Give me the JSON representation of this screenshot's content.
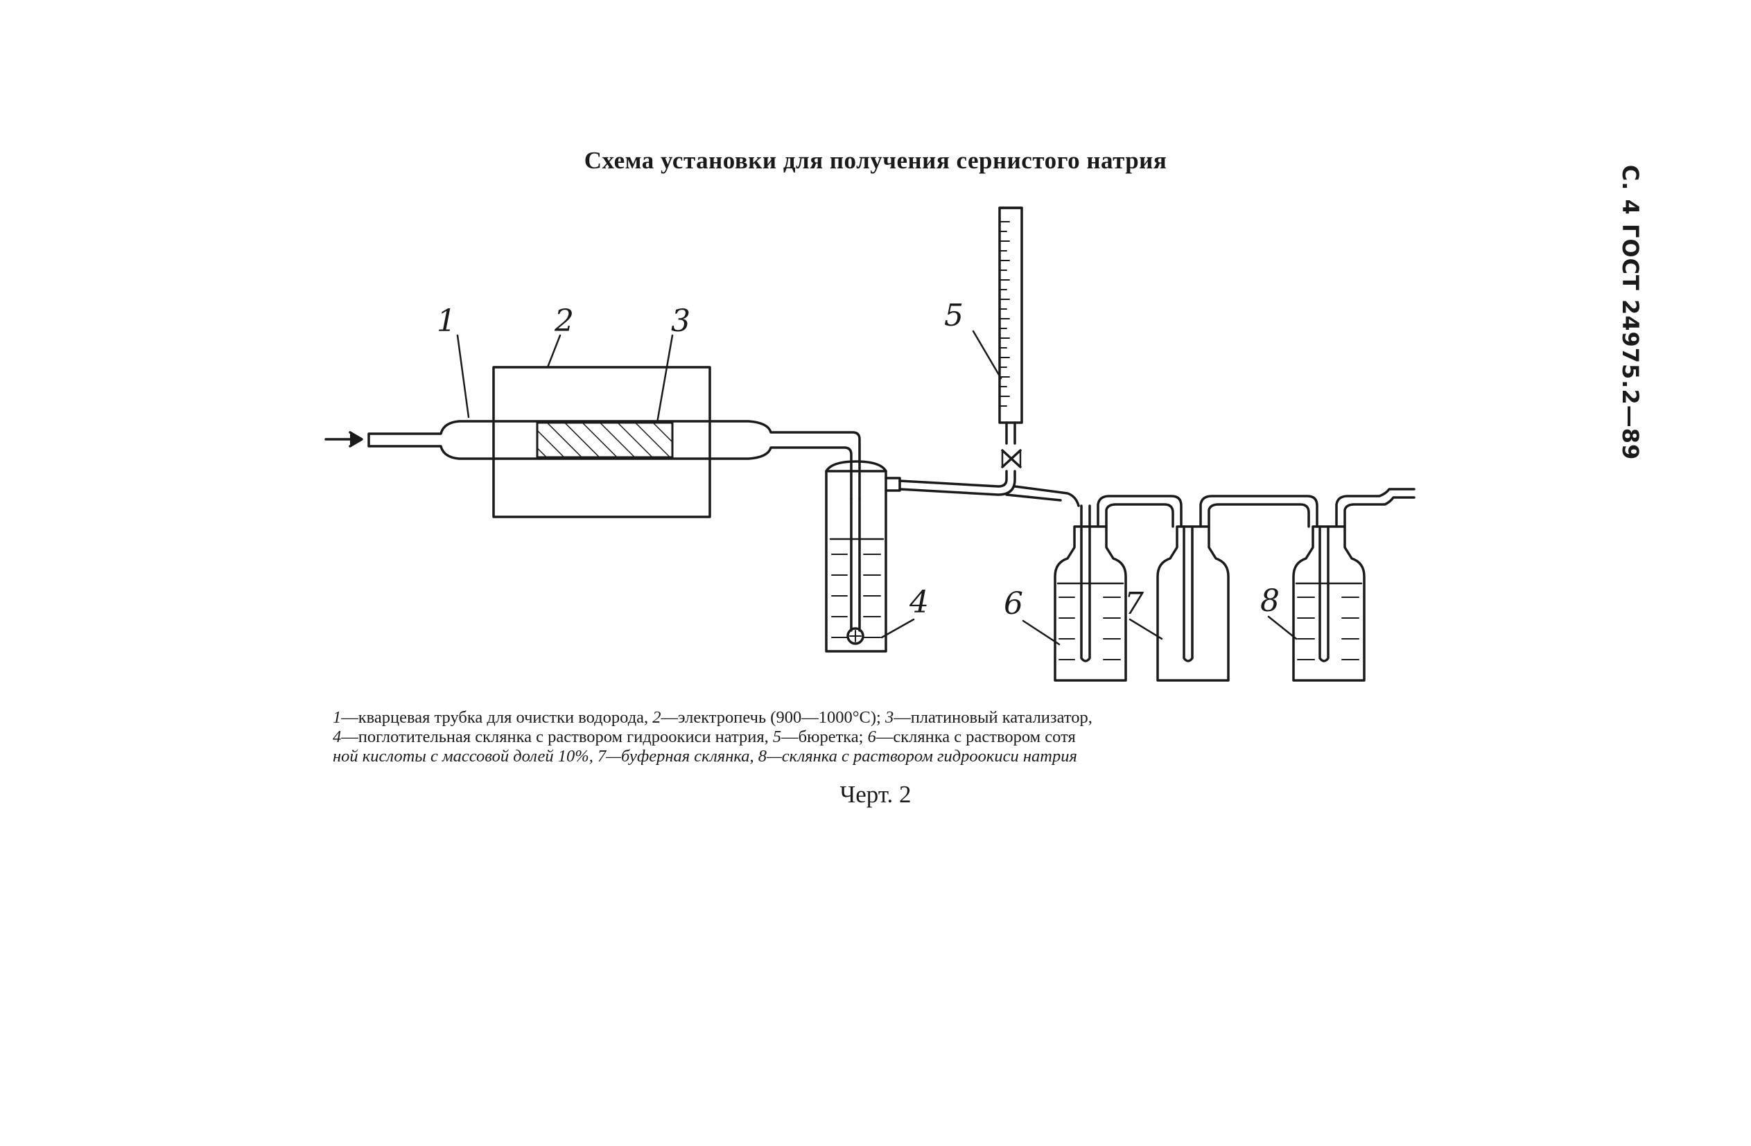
{
  "title": "Схема установки для получения сернистого натрия",
  "side_header": "С. 4 ГОСТ 24975.2—89",
  "labels": [
    "1",
    "2",
    "3",
    "4",
    "5",
    "6",
    "7",
    "8"
  ],
  "legend": {
    "line1": [
      {
        "n": "1",
        "t": "—кварцевая трубка для очистки водорода, "
      },
      {
        "n": "2",
        "t": "—электропечь (900—1000°С); "
      },
      {
        "n": "3",
        "t": "—платиновый катализатор,"
      }
    ],
    "line2": [
      {
        "n": "4",
        "t": "—поглотительная склянка с раствором гидроокиси натрия, "
      },
      {
        "n": "5",
        "t": "—бюретка; "
      },
      {
        "n": "6",
        "t": "—склянка с раствором сотя"
      }
    ],
    "line3_a": "ной кислоты с массовой долей 10%, ",
    "line3_n7": "7",
    "line3_b": "—буферная склянка, ",
    "line3_n8": "8",
    "line3_c": "—склянка с раствором гидроокиси натрия"
  },
  "caption": "Черт. 2"
}
